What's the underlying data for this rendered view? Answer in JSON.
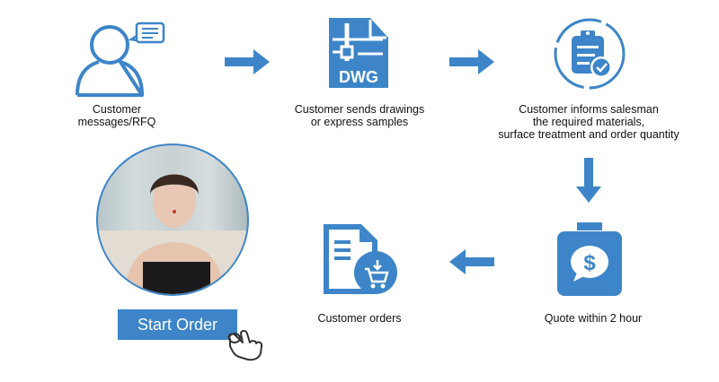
{
  "colors": {
    "accent": "#3d85c8",
    "text": "#111111",
    "background": "#ffffff"
  },
  "steps": [
    {
      "id": "rfq",
      "icon": "user-message-icon",
      "label": "Customer\nmessages/RFQ"
    },
    {
      "id": "drawings",
      "icon": "dwg-file-icon",
      "icon_text": "DWG",
      "label": "Customer sends drawings\nor express samples"
    },
    {
      "id": "requirements",
      "icon": "clipboard-check-icon",
      "label": "Customer informs salesman\nthe required materials,\nsurface treatment and order quantity"
    },
    {
      "id": "quote",
      "icon": "clipboard-dollar-icon",
      "icon_text": "$",
      "label": "Quote within 2 hour"
    },
    {
      "id": "orders",
      "icon": "document-cart-icon",
      "label": "Customer orders"
    }
  ],
  "arrows": [
    "right",
    "right",
    "down",
    "left"
  ],
  "cta": {
    "label": "Start Order",
    "icon": "hand-pointer-icon"
  },
  "photo": {
    "description": "customer-service-representative-photo"
  }
}
